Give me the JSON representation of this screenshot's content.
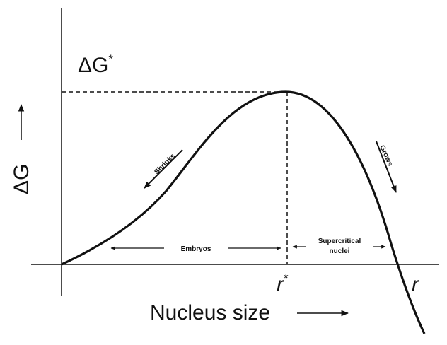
{
  "labels": {
    "delta_g_star": {
      "symbol": "ΔG",
      "superscript": "*"
    },
    "y_axis": "ΔG",
    "x_axis": "Nucleus size",
    "r_star": {
      "symbol": "r",
      "superscript": "*"
    },
    "r": "r",
    "shrinks": "Shrinks",
    "grows": "Grows",
    "embryos": "Embryos",
    "supercritical_line1": "Supercritical",
    "supercritical_line2": "nuclei"
  },
  "colors": {
    "ink": "#111111",
    "background": "#ffffff"
  }
}
